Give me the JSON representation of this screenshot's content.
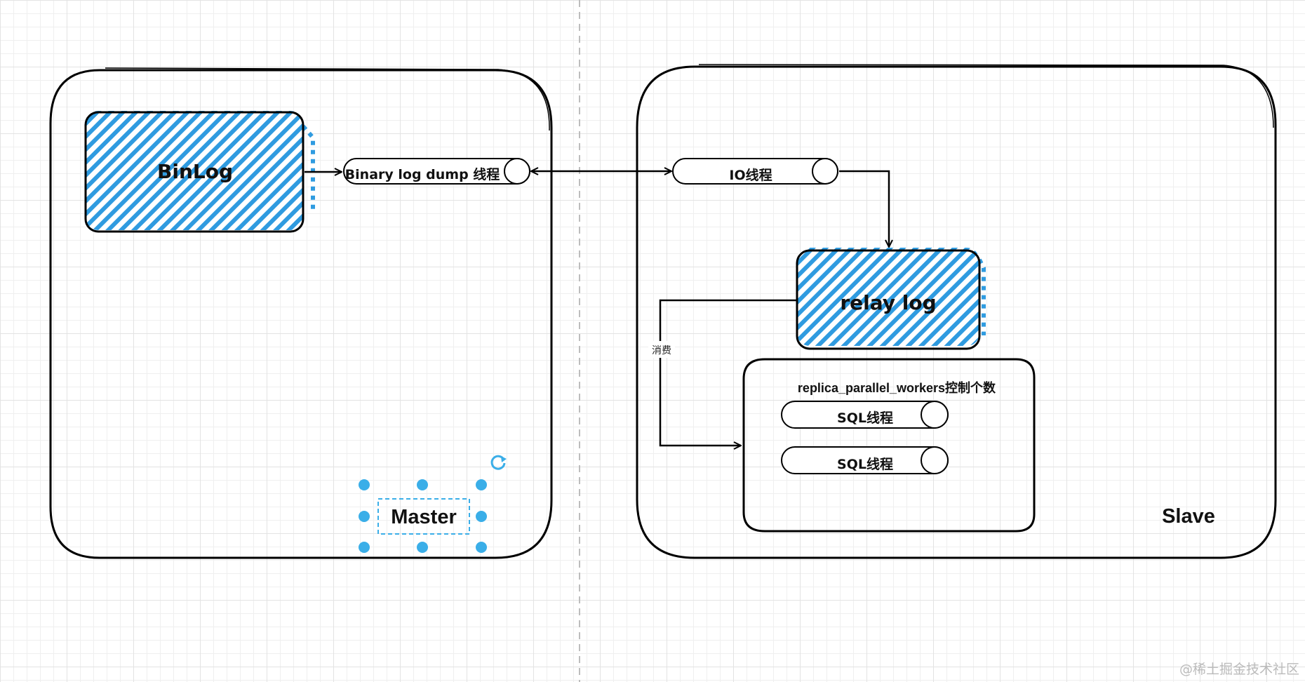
{
  "colors": {
    "hatch": "#2f9be0",
    "selection": "#3aaee8",
    "stroke": "#000000"
  },
  "master": {
    "label": "Master"
  },
  "slave": {
    "label": "Slave"
  },
  "binlog": {
    "label": "BinLog"
  },
  "dump_thread": {
    "label": "Binary log dump 线程"
  },
  "io_thread": {
    "label": "IO线程"
  },
  "relay_log": {
    "label": "relay log"
  },
  "consume": {
    "label": "消费"
  },
  "workers": {
    "title": "replica_parallel_workers控制个数",
    "threads": [
      {
        "label": "SQL线程"
      },
      {
        "label": "SQL线程"
      }
    ]
  },
  "icons": {
    "rotate": "rotate-icon"
  },
  "watermark": "@稀土掘金技术社区"
}
